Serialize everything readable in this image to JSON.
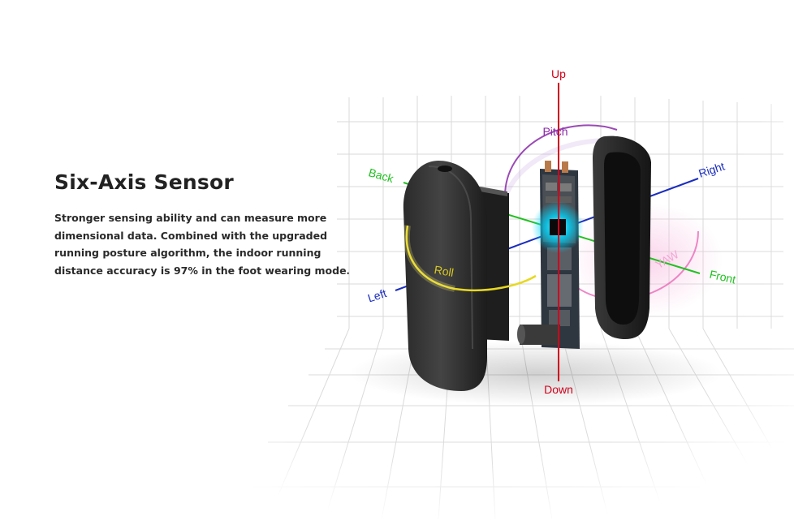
{
  "product": {
    "heading": "Six-Axis Sensor",
    "description": "Stronger sensing ability and can measure more dimensional data. Combined with the upgraded running posture algorithm, the indoor running distance accuracy is 97% in the foot wearing mode."
  },
  "axes": {
    "up": "Up",
    "down": "Down",
    "back": "Back",
    "front": "Front",
    "left": "Left",
    "right": "Right",
    "pitch": "Pitch",
    "roll": "Roll",
    "yaw": "YAW"
  },
  "colors": {
    "vertical_axis": "#d0021b",
    "green_axis": "#22c022",
    "blue_axis": "#1a2dbf",
    "pitch": "#8a2aa8",
    "roll": "#e8d820",
    "yaw": "#e86ab8",
    "chip_glow": "#00d8ff"
  }
}
